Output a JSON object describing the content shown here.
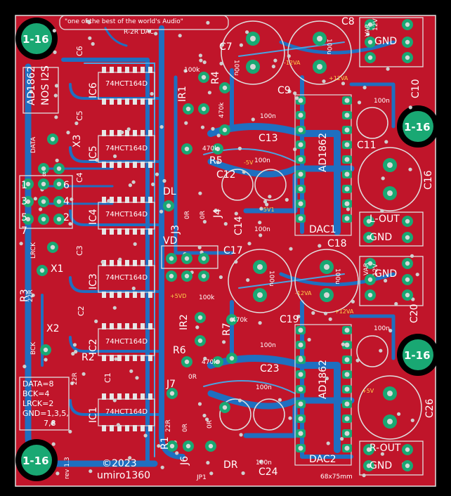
{
  "board": {
    "slogan": "\"one of the best of the world's Audio\"",
    "dac_title": "R-2R DAC",
    "mount_hole": "1-16",
    "copyright": "©2023",
    "author": "umiro1360",
    "revision": "rev 1.3",
    "size": "68x75mm",
    "jp_label": "JP1",
    "input_format": "NOS I2S",
    "input_chip": "AD1862",
    "pinout": [
      "DATA=8",
      "BCK=4",
      "LRCK=2",
      "GND=1,3,5,",
      "7,8"
    ]
  },
  "chips": [
    {
      "name": "IC6",
      "part": "74HCT164D"
    },
    {
      "name": "IC5",
      "part": "74HCT164D"
    },
    {
      "name": "IC4",
      "part": "74HCT164D"
    },
    {
      "name": "IC3",
      "part": "74HCT164D"
    },
    {
      "name": "IC2",
      "part": "74HCT164D"
    },
    {
      "name": "IC1",
      "part": "74HCT164D"
    }
  ],
  "dacs": [
    {
      "name": "DAC1",
      "chip": "AD1862"
    },
    {
      "name": "DAC2",
      "chip": "AD1862"
    }
  ],
  "capacitors_left": [
    "C6",
    "C5",
    "C4",
    "C3",
    "C2",
    "C1"
  ],
  "capacitors": {
    "c7": "C7",
    "c8": "C8",
    "c9": "C9",
    "c10": "C10",
    "c11": "C11",
    "c12": "C12",
    "c13": "C13",
    "c14": "C14",
    "c16": "C16",
    "c17": "C17",
    "c18": "C18",
    "c19": "C19",
    "c20": "C20",
    "c23": "C23",
    "c24": "C24",
    "c26": "C26",
    "val_100n": "100n",
    "val_100u": "100u"
  },
  "resistors": {
    "r1": "R1",
    "r2": "R2",
    "r3": "R3",
    "r5": "R5",
    "r6": "R6",
    "r7": "R7",
    "r4": "R4",
    "ir1": "IR1",
    "ir2": "IR2",
    "v100k": "100k",
    "v470k": "470k",
    "v470k2": "470k",
    "v22r": "22R",
    "v0r": "0R"
  },
  "connectors": {
    "dl": "DL",
    "dr": "DR",
    "vd": "VD",
    "j3": "J3",
    "j4": "J4",
    "j6": "J6",
    "j7": "J7",
    "x1": "X1",
    "x2": "X2",
    "x3": "X3",
    "lout": "L-OUT",
    "rout": "R-OUT",
    "gnd": "GND",
    "var": "VAR",
    "pin2": "2",
    "pin12v": "12V",
    "data": "DATA",
    "bck": "BCK",
    "lrck": "LRCK",
    "pins": [
      "1",
      "3",
      "5",
      "7",
      "6",
      "4",
      "2",
      "8"
    ]
  },
  "rails": {
    "p12": "+12VA",
    "m12": "-12VA",
    "m5": "-5V",
    "p5": "+5V",
    "p5d": "+5VD",
    "m5v1": "-5V1"
  },
  "colors": {
    "background": "#000000",
    "board_fill": "#c0152a",
    "board_edge": "#e0e0e0",
    "copper_trace": "#1f6fc0",
    "copper_trace_light": "#4aa3e0",
    "pad": "#19a873",
    "pad_hole": "#d8d8d8",
    "silk": "#ffffff",
    "via": "#d0d0d0",
    "rail_text": "#ffd24a"
  }
}
